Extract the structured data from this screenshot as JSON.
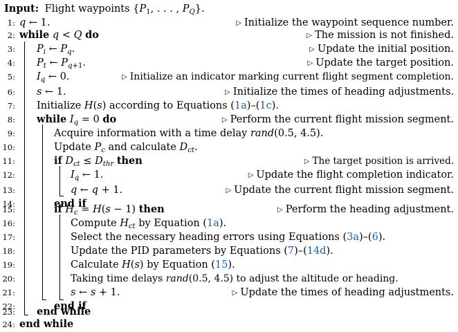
{
  "input": {
    "label": "Input:",
    "text": "Flight waypoints {P₁, . . . , P_Q}."
  },
  "lines": [
    {
      "n": "1:",
      "code": "q ← 1.",
      "comment": "Initialize the waypoint sequence number."
    },
    {
      "n": "2:",
      "code": "while q < Q do",
      "comment": "The mission is not finished."
    },
    {
      "n": "3:",
      "code": "P_i ← P_q.",
      "comment": "Update the initial position."
    },
    {
      "n": "4:",
      "code": "P_t ← P_q+1.",
      "comment": "Update the target position."
    },
    {
      "n": "5:",
      "code": "I_q ← 0.",
      "comment": "Initialize an indicator marking current flight segment completion."
    },
    {
      "n": "6:",
      "code": "s ← 1.",
      "comment": "Initialize the times of heading adjustments."
    },
    {
      "n": "7:",
      "code": "Initialize H(s) according to Equations (1a)–(1c).",
      "comment": ""
    },
    {
      "n": "8:",
      "code": "while I_q = 0 do",
      "comment": "Perform the current flight mission segment."
    },
    {
      "n": "9:",
      "code": "Acquire information with a time delay rand(0.5, 4.5).",
      "comment": ""
    },
    {
      "n": "10:",
      "code": "Update P_c and calculate D_ct.",
      "comment": ""
    },
    {
      "n": "11:",
      "code": "if D_ct ≤ D_thr then",
      "comment": "The target position is arrived."
    },
    {
      "n": "12:",
      "code": "I_q ← 1.",
      "comment": "Update the flight completion indicator."
    },
    {
      "n": "13:",
      "code": "q ← q + 1.",
      "comment": "Update the current flight mission segment."
    },
    {
      "n": "14:",
      "code": "end if",
      "comment": ""
    },
    {
      "n": "15:",
      "code": "if H_c = H(s − 1) then",
      "comment": "Perform the heading adjustment."
    },
    {
      "n": "16:",
      "code": "Compute H_ct by Equation (1a).",
      "comment": ""
    },
    {
      "n": "17:",
      "code": "Select the necessary heading errors using Equations (3a)–(6).",
      "comment": ""
    },
    {
      "n": "18:",
      "code": "Update the PID parameters by Equations (7)–(14d).",
      "comment": ""
    },
    {
      "n": "19:",
      "code": "Calculate H(s) by Equation (15).",
      "comment": ""
    },
    {
      "n": "20:",
      "code": "Taking time delays rand(0.5, 4.5) to adjust the altitude or heading.",
      "comment": ""
    },
    {
      "n": "21:",
      "code": "s ← s + 1.",
      "comment": "Update the times of heading adjustments."
    },
    {
      "n": "22:",
      "code": "end if",
      "comment": ""
    },
    {
      "n": "23:",
      "code": "end while",
      "comment": ""
    },
    {
      "n": "24:",
      "code": "end while",
      "comment": ""
    }
  ]
}
